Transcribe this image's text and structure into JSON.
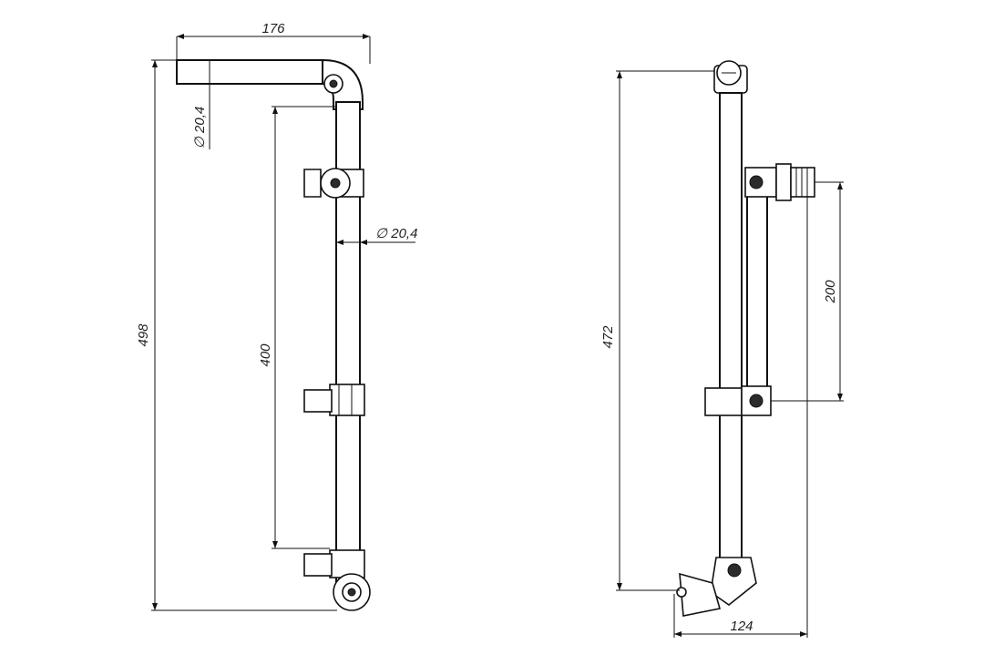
{
  "left_view": {
    "dim_width": "176",
    "dim_height": "498",
    "dim_spacing": "400",
    "dim_diameter_top": "∅ 20,4",
    "dim_diameter_tube": "∅ 20,4"
  },
  "right_view": {
    "dim_height": "472",
    "dim_spacing": "200",
    "dim_width": "124"
  }
}
